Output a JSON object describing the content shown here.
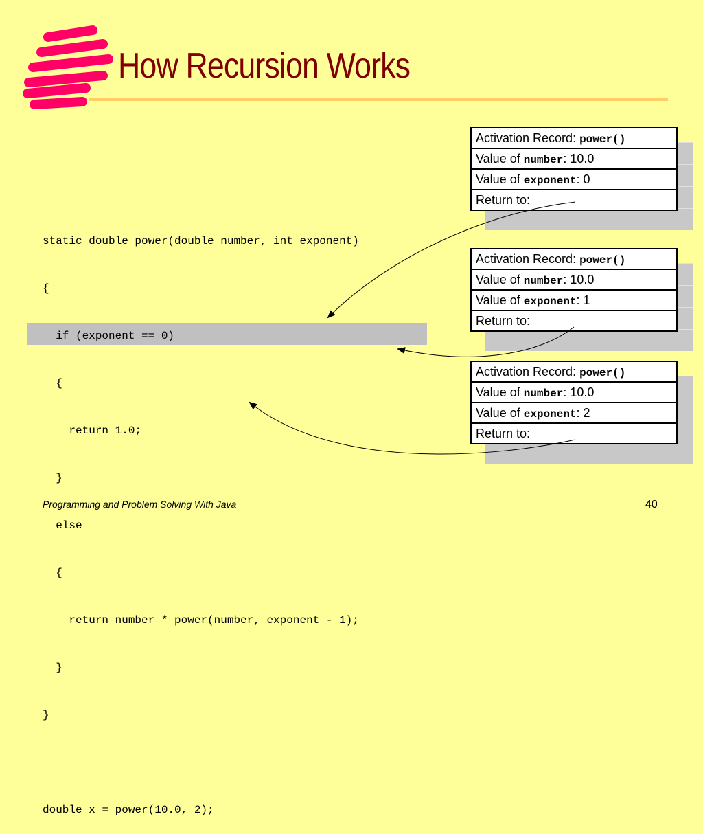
{
  "title": "How Recursion Works",
  "code_lines": [
    "static double power(double number, int exponent)",
    "{",
    "  if (exponent == 0)",
    "  {",
    "    return 1.0;",
    "  }",
    "  else",
    "  {",
    "    return number * power(number, exponent - 1);",
    "  }",
    "}",
    "",
    "double x = power(10.0, 2);"
  ],
  "activation_records": [
    {
      "header_label": "Activation Record: ",
      "header_fn": "power()",
      "number_label": "Value of ",
      "number_var": "number",
      "number_value": ": 10.0",
      "exponent_label": "Value of ",
      "exponent_var": "exponent",
      "exponent_value": ": 0",
      "return_label": "Return to:"
    },
    {
      "header_label": "Activation Record: ",
      "header_fn": "power()",
      "number_label": "Value of ",
      "number_var": "number",
      "number_value": ": 10.0",
      "exponent_label": "Value of ",
      "exponent_var": "exponent",
      "exponent_value": ": 1",
      "return_label": "Return to:"
    },
    {
      "header_label": "Activation Record: ",
      "header_fn": "power()",
      "number_label": "Value of ",
      "number_var": "number",
      "number_value": ": 10.0",
      "exponent_label": "Value of ",
      "exponent_var": "exponent",
      "exponent_value": ": 2",
      "return_label": "Return to:"
    }
  ],
  "footer": "Programming and Problem Solving With Java",
  "page_number": "40",
  "colors": {
    "background": "#ffff99",
    "title": "#800000",
    "logo": "#ff0066",
    "highlight": "#c0c0c0"
  }
}
